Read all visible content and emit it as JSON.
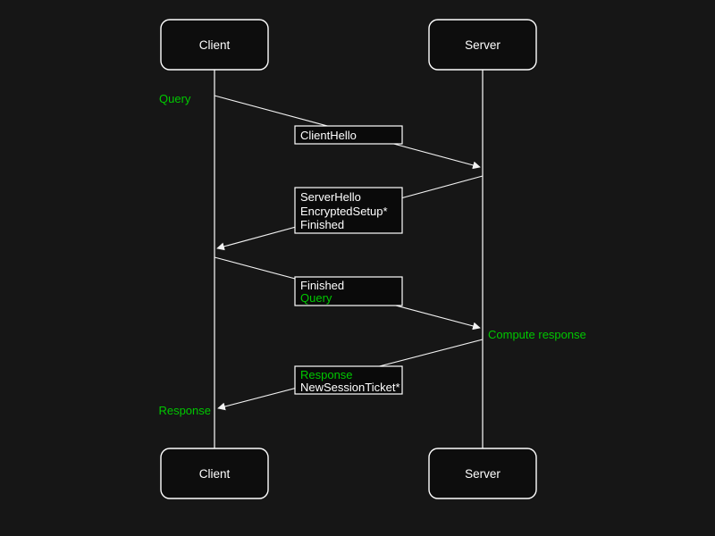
{
  "diagram_type": "sequence-diagram",
  "colors": {
    "background": "#161616",
    "box_fill": "#0a0a0a",
    "stroke": "#ffffff",
    "text": "#ffffff",
    "accent_green": "#00c800"
  },
  "actors": {
    "client_top": "Client",
    "server_top": "Server",
    "client_bottom": "Client",
    "server_bottom": "Server"
  },
  "messages": [
    {
      "from": "Client",
      "to": "Server",
      "lines": [
        {
          "text": "ClientHello",
          "green": false
        }
      ]
    },
    {
      "from": "Server",
      "to": "Client",
      "lines": [
        {
          "text": "ServerHello",
          "green": false
        },
        {
          "text": "EncryptedSetup*",
          "green": false
        },
        {
          "text": "Finished",
          "green": false
        }
      ]
    },
    {
      "from": "Client",
      "to": "Server",
      "lines": [
        {
          "text": "Finished",
          "green": false
        },
        {
          "text": "Query",
          "green": true
        }
      ]
    },
    {
      "from": "Server",
      "to": "Client",
      "lines": [
        {
          "text": "Response",
          "green": true
        },
        {
          "text": "NewSessionTicket*",
          "green": false
        }
      ]
    }
  ],
  "annotations": [
    {
      "text": "Query",
      "side": "left"
    },
    {
      "text": "Compute response",
      "side": "right"
    },
    {
      "text": "Response",
      "side": "left"
    }
  ]
}
